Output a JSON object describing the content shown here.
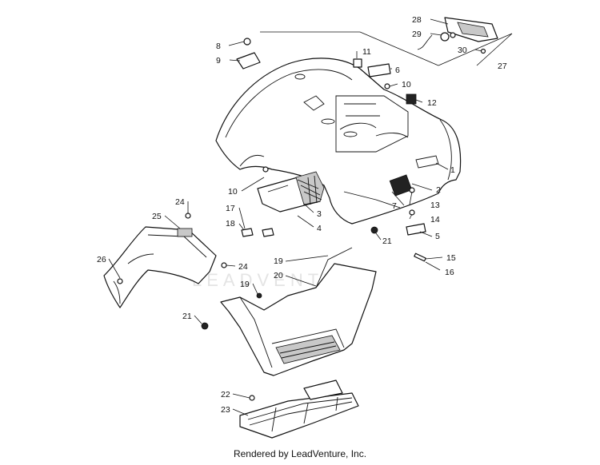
{
  "callouts": [
    "1",
    "2",
    "3",
    "4",
    "5",
    "6",
    "7",
    "8",
    "9",
    "10",
    "10",
    "11",
    "12",
    "13",
    "14",
    "15",
    "16",
    "17",
    "18",
    "19",
    "19",
    "20",
    "21",
    "21",
    "22",
    "23",
    "24",
    "24",
    "25",
    "26",
    "27",
    "28",
    "29",
    "30"
  ],
  "watermark": "LEADVENTURE",
  "footer": "Rendered by LeadVenture, Inc."
}
